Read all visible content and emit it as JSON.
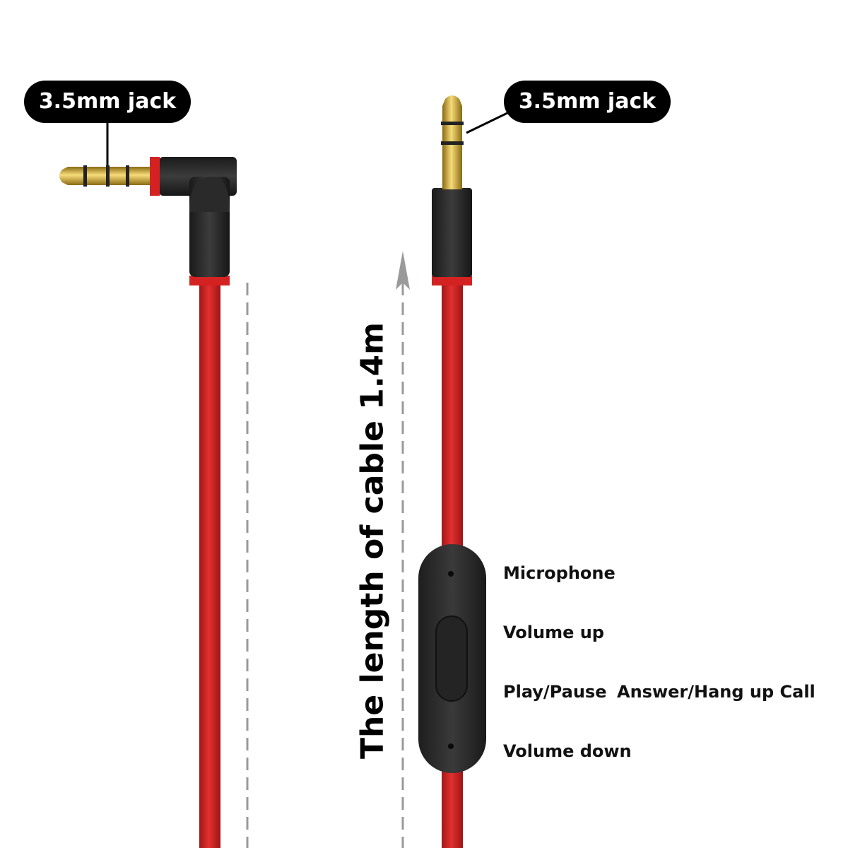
{
  "callouts": {
    "left_jack": "3.5mm jack",
    "right_jack": "3.5mm jack"
  },
  "cable_length": "The length of cable 1.4m",
  "remote_labels": {
    "microphone": "Microphone",
    "volume_up": "Volume up",
    "play_pause": "Play/Pause",
    "answer_hang_up": "Answer/Hang up Call",
    "volume_down": "Volume down"
  },
  "colors": {
    "cable_red": "#d42222",
    "housing_black": "#2a2a2a",
    "gold": "#d4a92a",
    "callout_bg": "#000000"
  }
}
